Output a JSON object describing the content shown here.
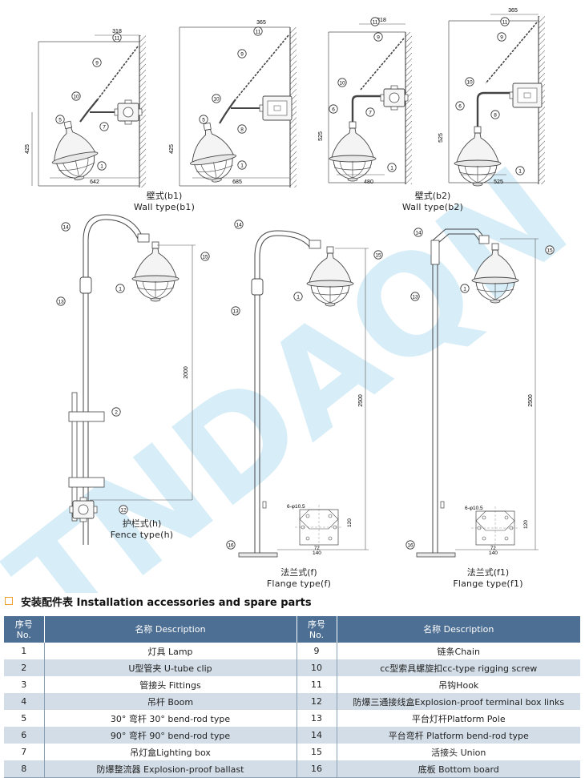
{
  "diagram": {
    "b1_left": {
      "dim_top": "318",
      "dim_height": "425",
      "dim_bottom": "642"
    },
    "b1_right": {
      "dim_top": "365",
      "dim_height": "425",
      "dim_bottom": "685"
    },
    "b2_left": {
      "dim_top": "318",
      "dim_height": "525",
      "dim_bottom": "480"
    },
    "b2_right": {
      "dim_top": "365",
      "dim_height": "525",
      "dim_bottom": "525"
    },
    "h": {
      "dim_height": "2000"
    },
    "f": {
      "dim_height": "2500",
      "holes": "6-φ10.5",
      "dim_a": "120",
      "dim_b": "72",
      "dim_c": "140"
    },
    "f1": {
      "dim_height": "2500",
      "holes": "6-φ10.5",
      "dim_a": "120",
      "dim_b": "72",
      "dim_c": "140"
    }
  },
  "captions": {
    "b1": {
      "cn": "壁式(b1)",
      "en": "Wall type(b1)"
    },
    "b2": {
      "cn": "壁式(b2)",
      "en": "Wall type(b2)"
    },
    "h": {
      "cn": "护栏式(h)",
      "en": "Fence type(h)"
    },
    "f": {
      "cn": "法兰式(f)",
      "en": "Flange type(f)"
    },
    "f1": {
      "cn": "法兰式(f1)",
      "en": "Flange type(f1)"
    }
  },
  "section_title": "安装配件表 Installation accessories and spare parts",
  "table": {
    "headers": {
      "no_cn": "序号",
      "no_en": "No.",
      "desc": "名称 Description"
    },
    "rows": [
      {
        "n1": "1",
        "d1": "灯具 Lamp",
        "n2": "9",
        "d2": "链条Chain"
      },
      {
        "n1": "2",
        "d1": "U型管夹 U-tube clip",
        "n2": "10",
        "d2": "cc型索具螺旋扣cc-type rigging screw"
      },
      {
        "n1": "3",
        "d1": "管接头 Fittings",
        "n2": "11",
        "d2": "吊钩Hook"
      },
      {
        "n1": "4",
        "d1": "吊杆 Boom",
        "n2": "12",
        "d2": "防爆三通接线盒Explosion-proof terminal box links"
      },
      {
        "n1": "5",
        "d1": "30° 弯杆 30° bend-rod type",
        "n2": "13",
        "d2": "平台灯杆Platform Pole"
      },
      {
        "n1": "6",
        "d1": "90° 弯杆 90° bend-rod type",
        "n2": "14",
        "d2": "平台弯杆 Platform bend-rod type"
      },
      {
        "n1": "7",
        "d1": "吊灯盒Lighting box",
        "n2": "15",
        "d2": "活接头 Union"
      },
      {
        "n1": "8",
        "d1": "防爆整流器 Explosion-proof ballast",
        "n2": "16",
        "d2": "底板 Bottom board"
      }
    ]
  }
}
